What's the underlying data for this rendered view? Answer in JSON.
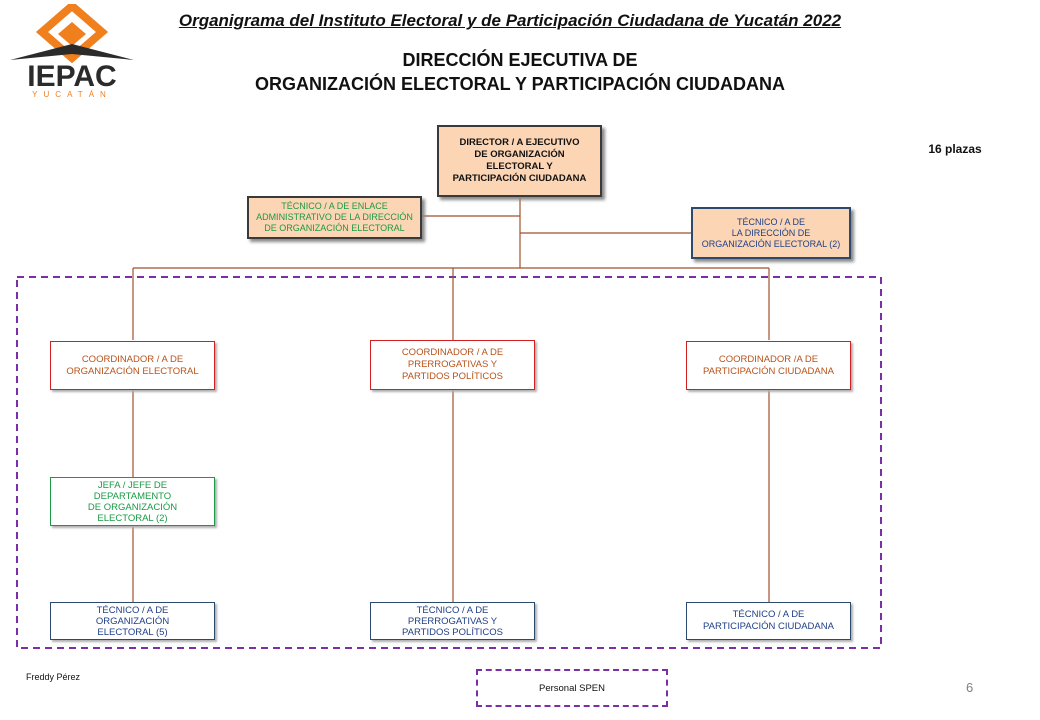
{
  "header": {
    "title": "Organigrama del Instituto Electoral y de Participación Ciudadana de Yucatán 2022",
    "subtitle_line1": "DIRECCIÓN EJECUTIVA DE",
    "subtitle_line2": "ORGANIZACIÓN ELECTORAL Y PARTICIPACIÓN CIUDADANA",
    "plazas": "16 plazas"
  },
  "logo": {
    "brand": "IEPAC",
    "sub": "YUCATÁN",
    "color_primary": "#f07f1e",
    "color_text": "#2b2b2b"
  },
  "nodes": {
    "director": [
      "DIRECTOR / A EJECUTIVO",
      "DE ORGANIZACIÓN",
      "ELECTORAL Y",
      "PARTICIPACIÓN CIUDADANA"
    ],
    "tecnico_enlace": [
      "TÉCNICO / A DE ENLACE",
      "ADMINISTRATIVO DE LA DIRECCIÓN",
      "DE ORGANIZACIÓN ELECTORAL"
    ],
    "tecnico_direccion": [
      "TÉCNICO / A DE",
      "LA DIRECCIÓN DE",
      "ORGANIZACIÓN ELECTORAL (2)"
    ],
    "coord_organizacion": [
      "COORDINADOR / A DE",
      "ORGANIZACIÓN ELECTORAL"
    ],
    "coord_prerrogativas": [
      "COORDINADOR / A DE",
      "PRERROGATIVAS Y",
      "PARTIDOS POLÍTICOS"
    ],
    "coord_participacion": [
      "COORDINADOR /A DE",
      "PARTICIPACIÓN CIUDADANA"
    ],
    "jefe_departamento": [
      "JEFA / JEFE DE",
      "DEPARTAMENTO",
      "DE ORGANIZACIÓN",
      "ELECTORAL (2)"
    ],
    "tecnico_organizacion": [
      "TÉCNICO / A DE",
      "ORGANIZACIÓN",
      "ELECTORAL (5)"
    ],
    "tecnico_prerrogativas": [
      "TÉCNICO / A DE",
      "PRERROGATIVAS Y",
      "PARTIDOS POLÍTICOS"
    ],
    "tecnico_participacion": [
      "TÉCNICO / A DE",
      "PARTICIPACIÓN CIUDADANA"
    ]
  },
  "footer": {
    "author": "Freddy Pérez",
    "legend": "Personal SPEN",
    "page": "6"
  },
  "colors": {
    "connector": "#a0522d",
    "spen_border": "#7b2fa6",
    "director_fill": "#fcd5b4",
    "coordinator_border": "#d21f1f",
    "jefe_border": "#1a9a45",
    "tecnico_border": "#2c4a6e"
  }
}
